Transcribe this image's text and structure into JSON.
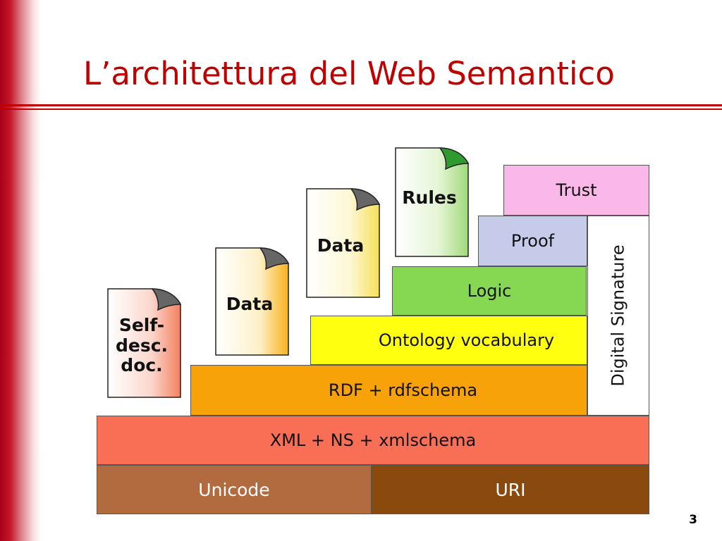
{
  "slide": {
    "title": "L’architettura del Web Semantico",
    "page_number": "3"
  },
  "colors": {
    "title": "#c00000",
    "unicode": "#b26b3f",
    "uri": "#8a4a0e",
    "xml": "#f86f55",
    "rdf": "#f8a20a",
    "ontology": "#ffff10",
    "logic": "#86d852",
    "proof": "#c5cbe8",
    "trust": "#f9b8e8",
    "digital_signature": "#ffffff"
  },
  "layers": {
    "unicode": "Unicode",
    "uri": "URI",
    "xml": "XML + NS + xmlschema",
    "rdf": "RDF + rdfschema",
    "ontology": "Ontology vocabulary",
    "logic": "Logic",
    "proof": "Proof",
    "trust": "Trust",
    "digital_signature": "Digital Signature"
  },
  "documents": {
    "self_desc": "Self-\ndesc.\ndoc.",
    "data_1": "Data",
    "data_2": "Data",
    "rules": "Rules"
  }
}
